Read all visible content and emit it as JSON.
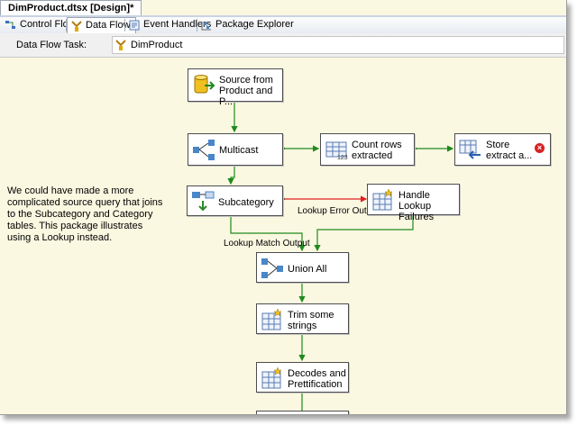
{
  "document": {
    "title": "DimProduct.dtsx [Design]*"
  },
  "tabs": [
    {
      "label": "Control Flow",
      "icon": "control-flow-icon"
    },
    {
      "label": "Data Flow",
      "icon": "data-flow-icon"
    },
    {
      "label": "Event Handlers",
      "icon": "event-handlers-icon"
    },
    {
      "label": "Package Explorer",
      "icon": "package-explorer-icon"
    }
  ],
  "task": {
    "label": "Data Flow Task:",
    "value": "DimProduct"
  },
  "annotation": "We could have made a more complicated source query that joins to the Subcategory and Category tables. This package illustrates using a Lookup instead.",
  "components": {
    "source": "Source from\nProduct and P...",
    "multicast": "Multicast",
    "count_rows": "Count rows\nextracted",
    "store_extract": "Store\nextract a...",
    "subcategory": "Subcategory",
    "handle_lookup": "Handle Lookup\nFailures",
    "union_all": "Union All",
    "trim_strings": "Trim some\nstrings",
    "decodes": "Decodes and\nPrettification"
  },
  "path_labels": {
    "lookup_error": "Lookup Error Output",
    "lookup_match": "Lookup Match Output"
  },
  "colors": {
    "canvas": "#fbf8e1",
    "success_path": "#1f8a1f",
    "error_path": "#e02020"
  }
}
